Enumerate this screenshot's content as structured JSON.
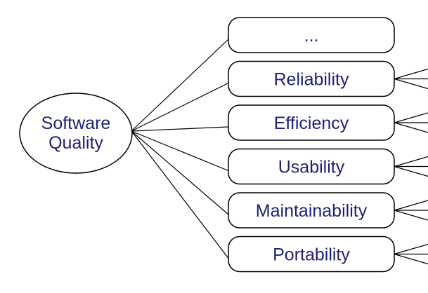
{
  "root": {
    "label_lines": [
      "Software",
      "Quality"
    ]
  },
  "characteristics": [
    {
      "label": "..."
    },
    {
      "label": "Reliability"
    },
    {
      "label": "Efficiency"
    },
    {
      "label": "Usability"
    },
    {
      "label": "Maintainability"
    },
    {
      "label": "Portability"
    }
  ],
  "colors": {
    "text": "#1f1f7a",
    "stroke": "#000000",
    "background": "#ffffff"
  }
}
